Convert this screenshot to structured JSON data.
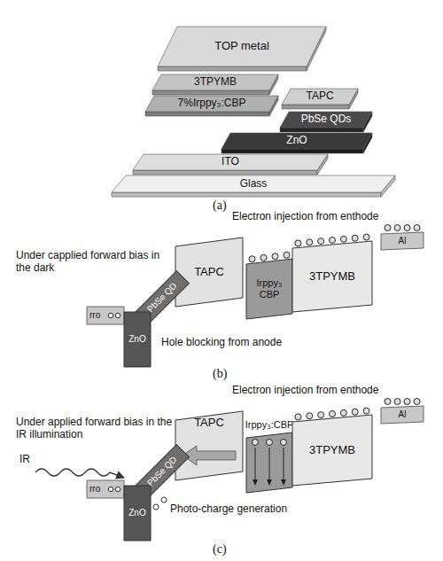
{
  "diagram": {
    "nodes": [
      {
        "text": [
          "TOP metal"
        ]
      },
      {
        "text": [
          "3TPYMB"
        ]
      },
      {
        "text": [
          "7%Irppy₃:CBP"
        ]
      },
      {
        "text": [
          "TAPC"
        ]
      },
      {
        "text": [
          "PbSe QDs"
        ]
      },
      {
        "text": [
          "ZnO"
        ]
      },
      {
        "text": [
          "ITO"
        ]
      },
      {
        "text": [
          "Glass"
        ]
      },
      {
        "text": [
          "Al"
        ]
      },
      {
        "text": [
          "TAPC"
        ]
      },
      {
        "text": [
          "Irppy₃ CBP"
        ]
      },
      {
        "text": [
          "3TPYMB"
        ]
      },
      {
        "text": [
          "PbSe QD"
        ]
      },
      {
        "text": [
          "rro"
        ]
      },
      {
        "text": [
          "ZnO"
        ]
      },
      {
        "text": [
          "Al"
        ]
      },
      {
        "text": [
          "Irppy₃:CBP"
        ]
      },
      {
        "text": [
          "TAPC"
        ]
      },
      {
        "text": [
          "3TPYMB"
        ]
      },
      {
        "text": [
          "PbSe QD"
        ]
      },
      {
        "text": [
          "rro"
        ]
      },
      {
        "text": [
          "ZnO"
        ]
      }
    ],
    "labels": [
      "(a)",
      "Electron injection from enthode",
      "Under capplied forward bias in the dark",
      "Hole blocking from anode",
      "(b)",
      "Electron injection from enthode",
      "Under applied forward bias in the IR illumination",
      "IR",
      "Photo-charge generation",
      "(c)"
    ]
  }
}
